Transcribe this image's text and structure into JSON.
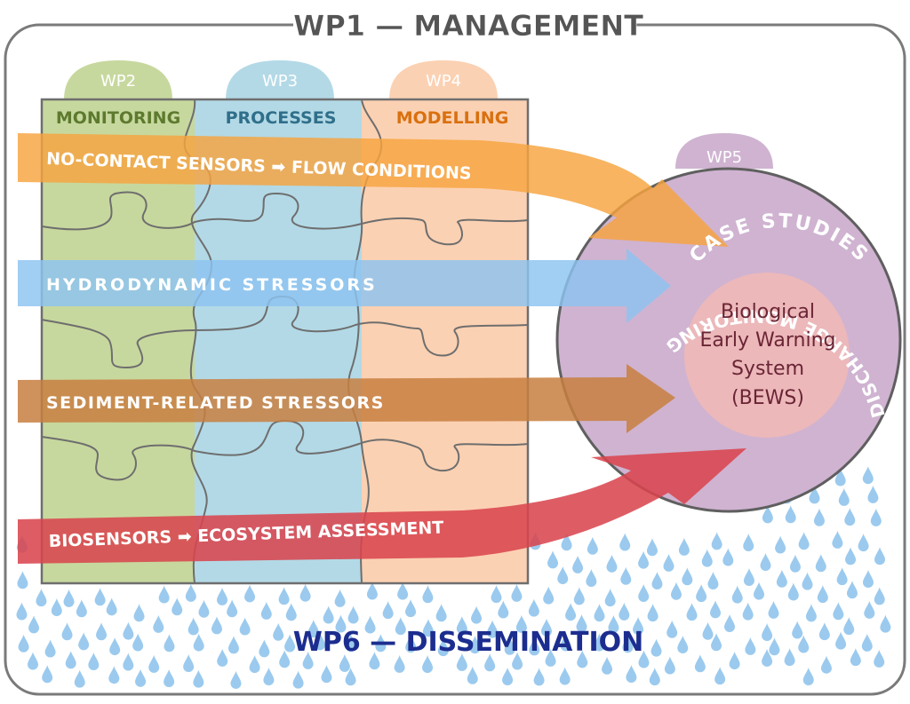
{
  "management": {
    "label": "WP1 — MANAGEMENT"
  },
  "dissemination": {
    "label": "WP6 — DISSEMINATION"
  },
  "work_packages": [
    {
      "id": "WP2",
      "title": "MONITORING",
      "fill": "#c7d89e",
      "title_color": "#5d7a2e"
    },
    {
      "id": "WP3",
      "title": "PROCESSES",
      "fill": "#b3d9e6",
      "title_color": "#2f6f8a"
    },
    {
      "id": "WP4",
      "title": "MODELLING",
      "fill": "#fbd1b3",
      "title_color": "#d9700f"
    }
  ],
  "case_studies": {
    "id": "WP5",
    "ring_top": "CASE STUDIES",
    "ring_bottom": "DISCHARGE MONITORING",
    "core_lines": [
      "Biological",
      "Early Warning",
      "System",
      "(BEWS)"
    ],
    "fill": "#cfb3d1",
    "core_fill": "#ecb8ba"
  },
  "flows": [
    {
      "label": "NO-CONTACT SENSORS ➡ FLOW CONDITIONS",
      "color": "#f7a43e"
    },
    {
      "label": "HYDRODYNAMIC  STRESSORS",
      "color": "#8cc3f0"
    },
    {
      "label": "SEDIMENT-RELATED  STRESSORS",
      "color": "#c87f3f"
    },
    {
      "label": "BIOSENSORS  ➡  ECOSYSTEM ASSESSMENT",
      "color": "#d9454e"
    }
  ],
  "colors": {
    "frame": "#7a7a7a",
    "drop": "#7ab8e8",
    "dissemination_text": "#1c2d8f"
  }
}
